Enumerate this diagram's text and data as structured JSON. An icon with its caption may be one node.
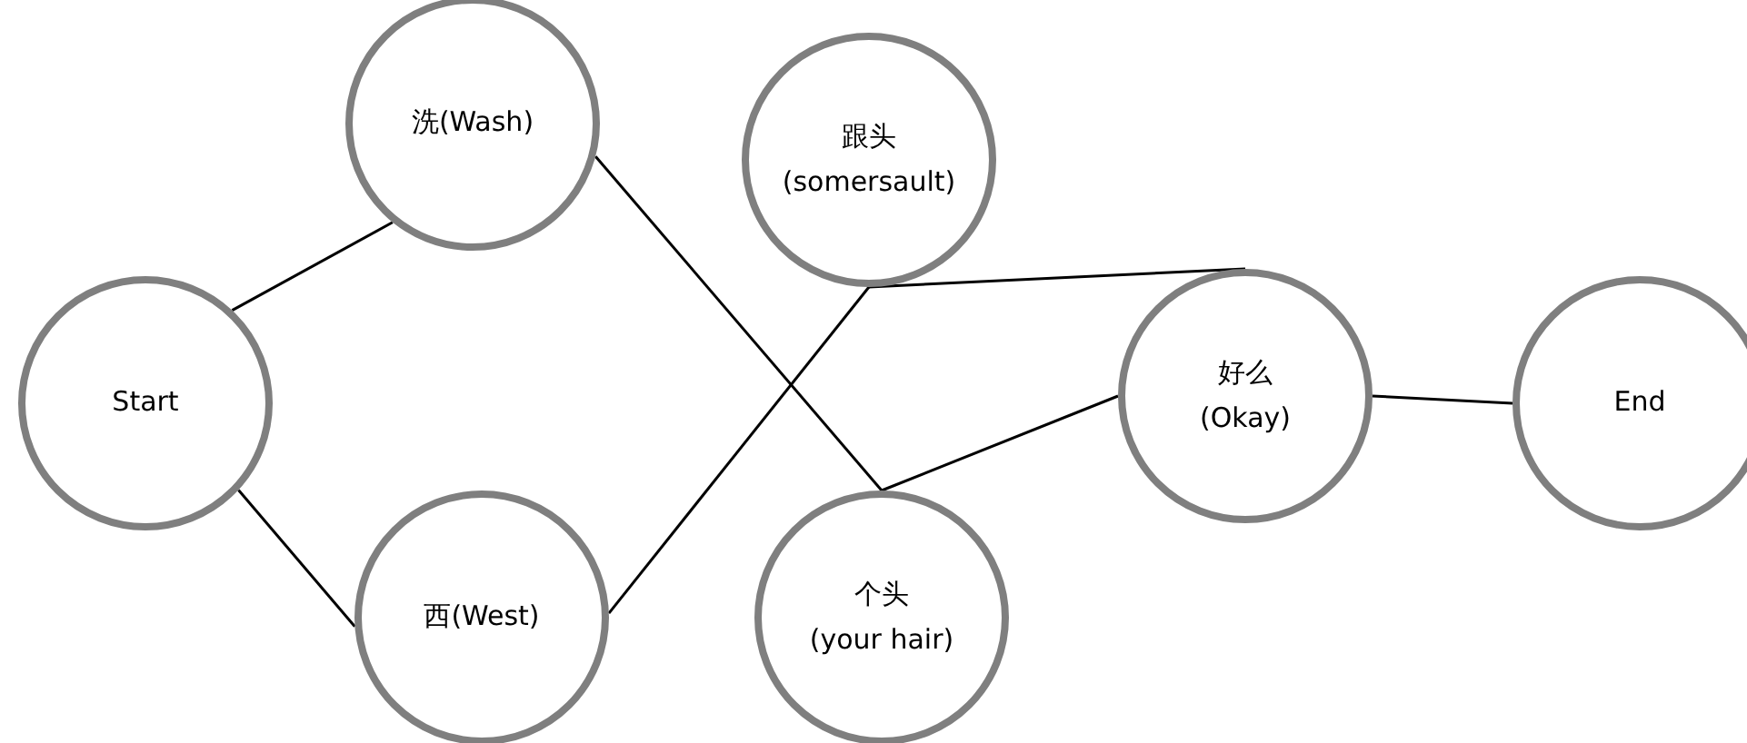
{
  "diagram": {
    "nodes": [
      {
        "text": [
          "Start"
        ]
      },
      {
        "text": [
          "洗(Wash)"
        ]
      },
      {
        "text": [
          "西(West)"
        ]
      },
      {
        "text": [
          "跟头",
          "(somersault)"
        ]
      },
      {
        "text": [
          "个头",
          "(your hair)"
        ]
      },
      {
        "text": [
          "好么",
          "(Okay)"
        ]
      },
      {
        "text": [
          "End"
        ]
      }
    ],
    "edges": [
      {
        "from": 0,
        "to": 1,
        "arrow": "none"
      },
      {
        "from": 0,
        "to": 2,
        "arrow": "none"
      },
      {
        "from": 1,
        "to": 4,
        "arrow": "none"
      },
      {
        "from": 4,
        "to": 5,
        "arrow": "none"
      },
      {
        "from": 2,
        "to": 3,
        "arrow": "none"
      },
      {
        "from": 3,
        "to": 5,
        "arrow": "none"
      },
      {
        "from": 5,
        "to": 6,
        "arrow": "none"
      }
    ]
  }
}
